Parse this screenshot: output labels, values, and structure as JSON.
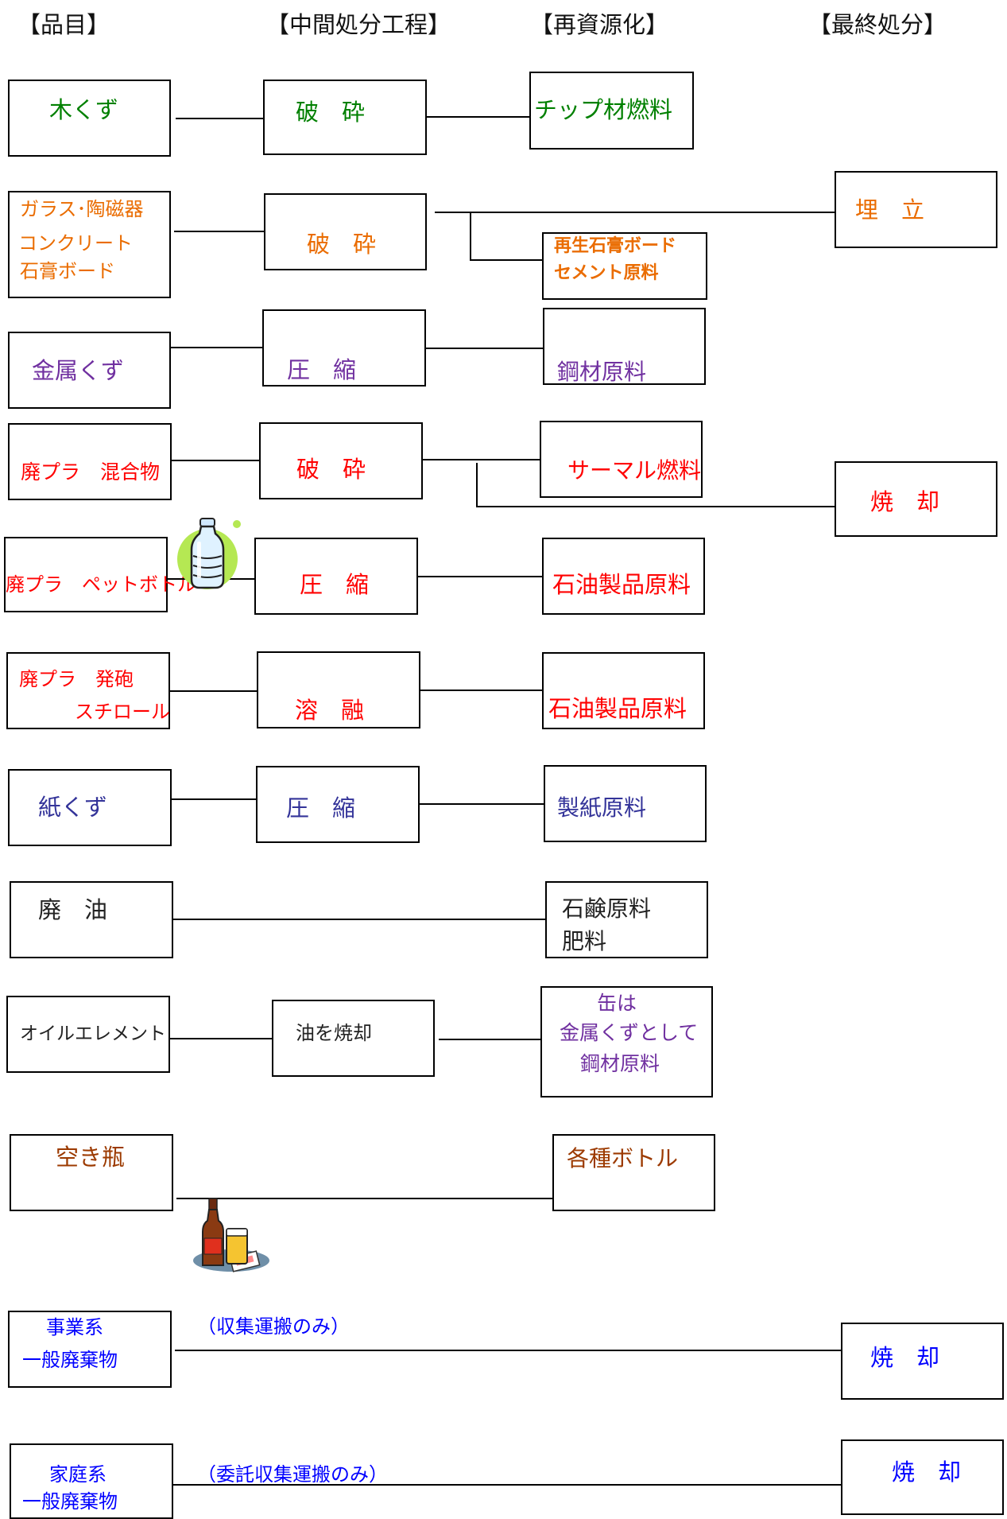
{
  "headers": {
    "items": "【品目】",
    "process": "【中間処分工程】",
    "recycle": "【再資源化】",
    "final": "【最終処分】"
  },
  "rows": {
    "wood": {
      "item": "木くず",
      "process": "破　砕",
      "recycle": "チップ材燃料"
    },
    "glass": {
      "item_lines": [
        "ガラス･陶磁器",
        "コンクリート",
        "石膏ボード"
      ],
      "process": "破　砕",
      "recycle_lines": [
        "再生石膏ボード",
        "セメント原料"
      ],
      "final": "埋　立"
    },
    "metal": {
      "item": "金属くず",
      "process": "圧　縮",
      "recycle": "鋼材原料"
    },
    "plastic_mix": {
      "item": "廃プラ　混合物",
      "process": "破　砕",
      "recycle": "サーマル燃料",
      "final": "焼　却"
    },
    "pet": {
      "item": "廃プラ　ペットボトル",
      "process": "圧　縮",
      "recycle": "石油製品原料"
    },
    "foam": {
      "item_lines": [
        "廃プラ　発砲",
        "スチロール"
      ],
      "process": "溶　融",
      "recycle": "石油製品原料"
    },
    "paper": {
      "item": "紙くず",
      "process": "圧　縮",
      "recycle": "製紙原料"
    },
    "oil": {
      "item": "廃　油",
      "recycle_lines": [
        "石鹸原料",
        "肥料"
      ]
    },
    "element": {
      "item": "オイルエレメント",
      "process": "油を焼却",
      "recycle_lines": [
        "缶は",
        "金属くずとして",
        "鋼材原料"
      ]
    },
    "bottle": {
      "item": "空き瓶",
      "recycle": "各種ボトル"
    },
    "business": {
      "item_lines": [
        "事業系",
        "一般廃棄物"
      ],
      "note": "（収集運搬のみ）",
      "final": "焼　却"
    },
    "household": {
      "item_lines": [
        "家庭系",
        "一般廃棄物"
      ],
      "note": "（委託収集運搬のみ）",
      "final": "焼　却"
    }
  },
  "colors": {
    "wood": "#008000",
    "glass": "#ea6c00",
    "metal": "#7030a0",
    "plastic": "#ff0000",
    "paper": "#333399",
    "oil": "#222222",
    "bottle": "#9c3a00",
    "general": "#0000ff"
  },
  "icons": [
    "pet-bottle-icon",
    "beer-bottle-icon"
  ]
}
